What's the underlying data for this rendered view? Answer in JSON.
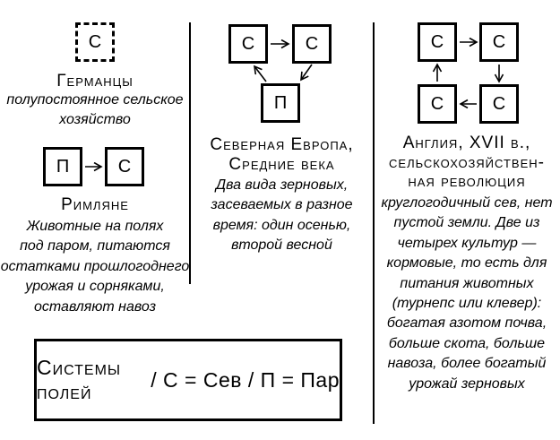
{
  "colors": {
    "ink": "#000000",
    "background": "#ffffff"
  },
  "col1": {
    "dashed_box_label": "С",
    "heading1": "Германцы",
    "subtitle1": "полупостоянное сельское\nхозяйство",
    "box_fallow": "П",
    "box_sown": "С",
    "heading2": "Римляне",
    "subtitle2": "Животные на полях\nпод паром, питаются\nостатками прошлогоднего\nурожая и сорняками,\nоставляют навоз"
  },
  "col2": {
    "box_sown1": "С",
    "box_sown2": "С",
    "box_fallow": "П",
    "heading": "Северная Европа,\nСредние века",
    "subtitle": "Два вида зерновых,\nзасеваемых в разное\nвремя: один осенью,\nвторой весной"
  },
  "col3": {
    "box_sown1": "С",
    "box_sown2": "С",
    "box_sown3": "С",
    "box_sown4": "С",
    "heading": "Англия, XVII в.,\nсельскохозяйствен-\nная революция",
    "subtitle": "круглогодичный сев, нет\nпустой земли. Две из\nчетырех культур —\nкормовые, то есть для\nпитания животных\n(турнепс или клевер):\nбогатая азотом почва,\nбольше скота, больше\nнавоза, более богатый\nурожай зерновых"
  },
  "legend": {
    "title": "Системы полей",
    "mapping": "/ С = Сев / П = Пар"
  }
}
